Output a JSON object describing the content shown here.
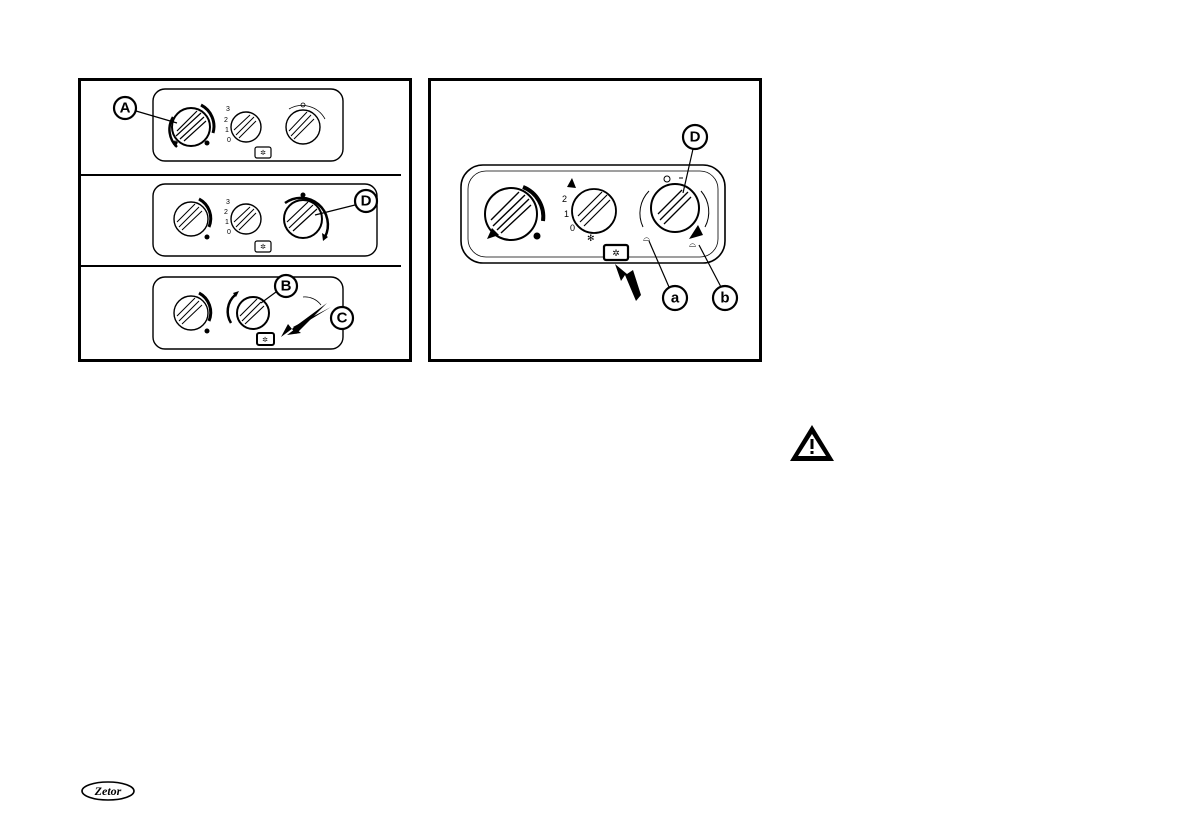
{
  "figures": {
    "left": {
      "callouts": [
        "A",
        "D",
        "B",
        "C"
      ],
      "fan_scale": [
        "3",
        "2",
        "1",
        "0"
      ]
    },
    "right": {
      "callouts": [
        "D",
        "a",
        "b"
      ],
      "fan_scale": [
        "2",
        "1",
        "0"
      ]
    }
  },
  "icons": {
    "warning": "warning-triangle-icon",
    "ac_button": "snowflake-icon",
    "fan": "fan-icon",
    "air_feet": "air-flow-feet-icon",
    "air_windshield": "air-flow-windshield-icon"
  },
  "logo": {
    "text": "Zetor"
  }
}
